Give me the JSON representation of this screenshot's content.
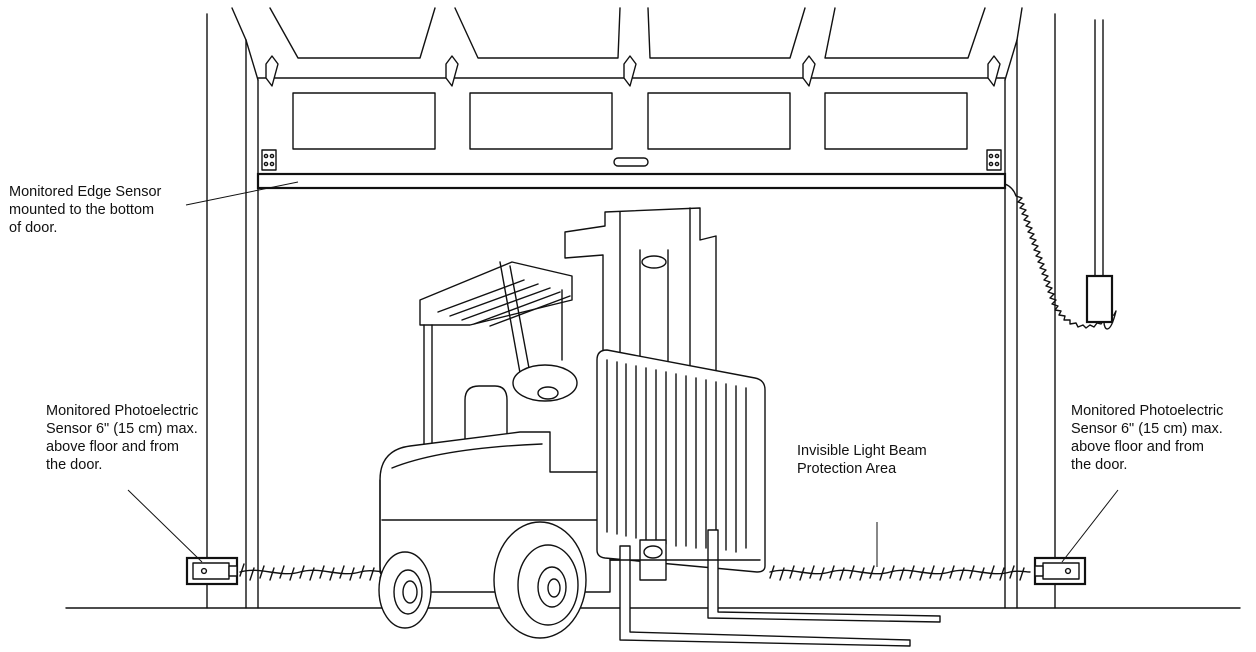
{
  "labels": {
    "edge_sensor": {
      "line1": "Monitored Edge Sensor",
      "line2": "mounted to the bottom",
      "line3": "of door."
    },
    "photo_left": {
      "line1": "Monitored Photoelectric",
      "line2": "Sensor 6\" (15 cm) max.",
      "line3": "above floor and from",
      "line4": "the door."
    },
    "photo_right": {
      "line1": "Monitored Photoelectric",
      "line2": "Sensor 6\" (15 cm) max.",
      "line3": "above floor and from",
      "line4": "the door."
    },
    "beam": {
      "line1": "Invisible Light Beam",
      "line2": "Protection Area"
    }
  },
  "colors": {
    "line": "#111111",
    "background": "#ffffff"
  }
}
